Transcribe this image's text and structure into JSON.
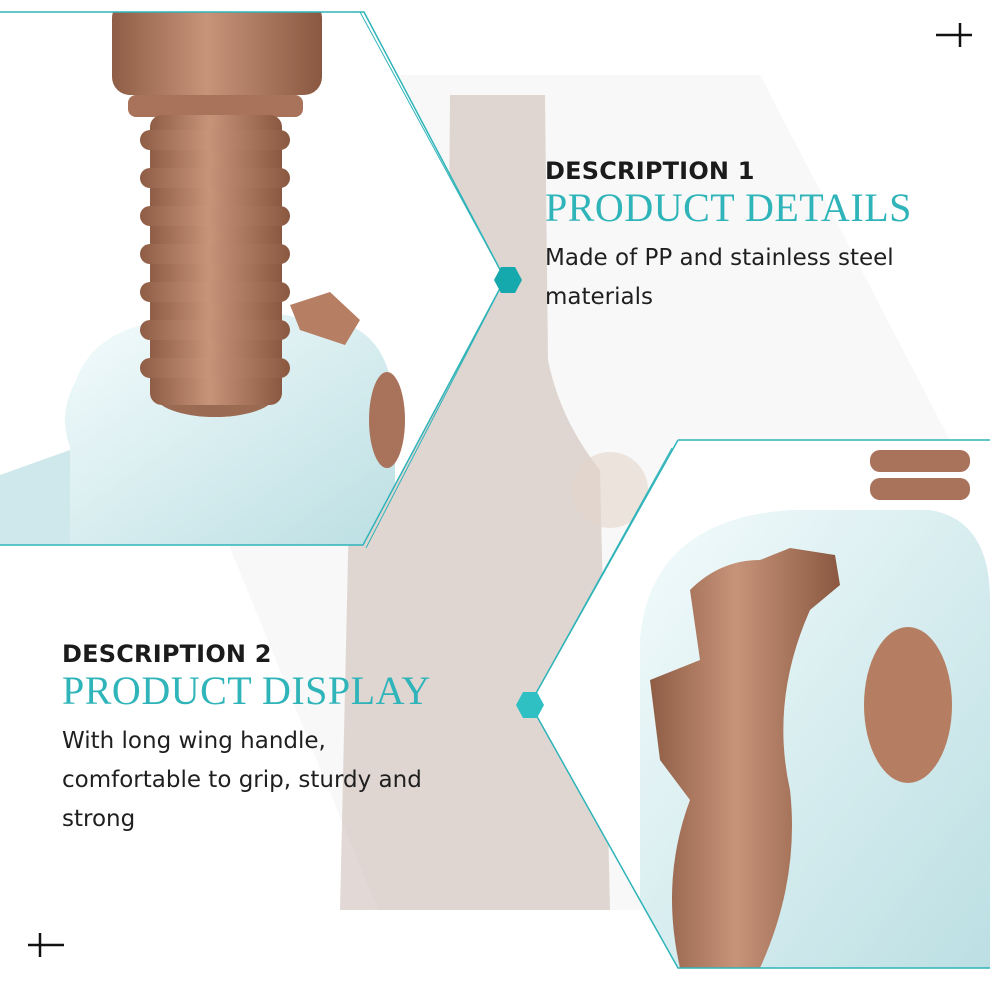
{
  "description_1": {
    "label": "DESCRIPTION 1",
    "title": "PRODUCT DETAILS",
    "text_line_1": "Made of PP and stainless steel",
    "text_line_2": "materials"
  },
  "description_2": {
    "label": "DESCRIPTION 2",
    "title": "PRODUCT DISPLAY",
    "text_line_1": "With long wing handle,",
    "text_line_2": "comfortable to grip, sturdy and",
    "text_line_3": "strong"
  },
  "colors": {
    "accent": "#2fb4b9",
    "copper": "#b07a5f",
    "body_blue": "#dff1f3",
    "heading_dark": "#1b1b1b"
  },
  "icons": [
    "plus-corner-mark-top",
    "plus-corner-mark-bottom",
    "hexagon-bullet"
  ]
}
